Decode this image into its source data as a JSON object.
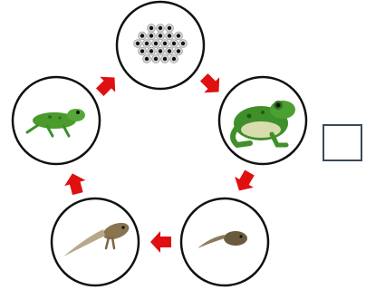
{
  "diagram": {
    "type": "frog-life-cycle",
    "stages": [
      {
        "id": "eggs",
        "icon": "frog-eggs-icon"
      },
      {
        "id": "adult-frog",
        "icon": "adult-frog-icon"
      },
      {
        "id": "tadpole",
        "icon": "tadpole-icon"
      },
      {
        "id": "tadpole-with-legs",
        "icon": "tadpole-with-legs-icon"
      },
      {
        "id": "froglet",
        "icon": "froglet-icon"
      }
    ],
    "arrow_direction": "clockwise",
    "answer_box_value": ""
  },
  "colors": {
    "arrow": "#e01010",
    "circle_stroke": "#111111",
    "frog_green": "#3f8f2a",
    "tadpole_brown": "#6b5a3e"
  }
}
